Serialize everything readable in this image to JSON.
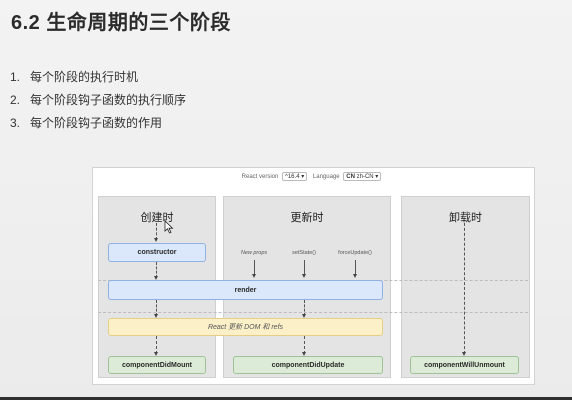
{
  "slide": {
    "title": "6.2 生命周期的三个阶段",
    "points": [
      {
        "num": "1.",
        "text": "每个阶段的执行时机"
      },
      {
        "num": "2.",
        "text": "每个阶段钩子函数的执行顺序"
      },
      {
        "num": "3.",
        "text": "每个阶段钩子函数的作用"
      }
    ]
  },
  "diagram": {
    "react_version_label": "React version",
    "react_version_value": "^16.4",
    "language_label": "Language",
    "language_value_code": "CN",
    "language_value": "zh-CN",
    "phases": {
      "mount": "创建时",
      "update": "更新时",
      "unmount": "卸载时"
    },
    "triggers": {
      "new_props": "New props",
      "set_state": "setState()",
      "force_update": "forceUpdate()"
    },
    "nodes": {
      "constructor": "constructor",
      "render": "render",
      "react_update": "React 更新 DOM 和 refs",
      "did_mount": "componentDidMount",
      "did_update": "componentDidUpdate",
      "will_unmount": "componentWillUnmount"
    },
    "colors": {
      "render_phase": "#dbe8fb",
      "commit_phase": "#fbf0c8",
      "lifecycle_method": "#dcebd8"
    }
  }
}
